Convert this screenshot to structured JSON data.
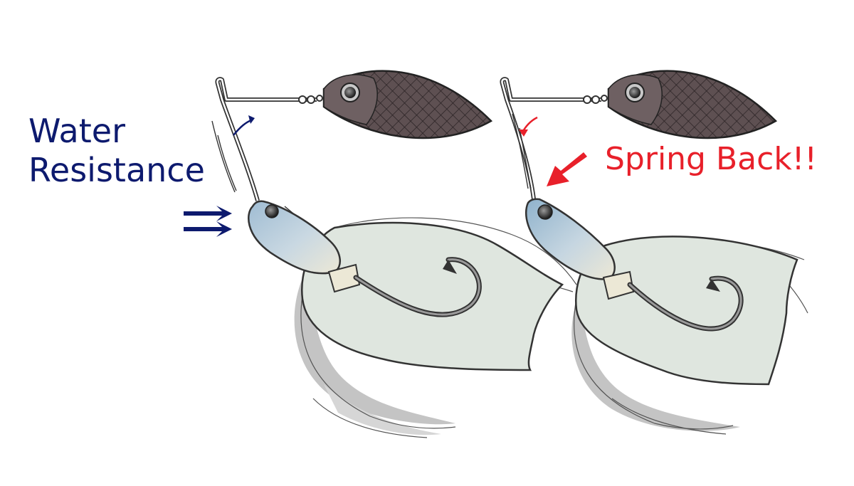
{
  "labels": {
    "water_line1": "Water",
    "water_line2": "Resistance",
    "spring_back": "Spring Back!!"
  },
  "colors": {
    "navy": "#0d1a6e",
    "red": "#e8202a",
    "skirt": "#dfe6df",
    "head_blue": "#a9c3d6",
    "blade": "#5a4a4c"
  }
}
